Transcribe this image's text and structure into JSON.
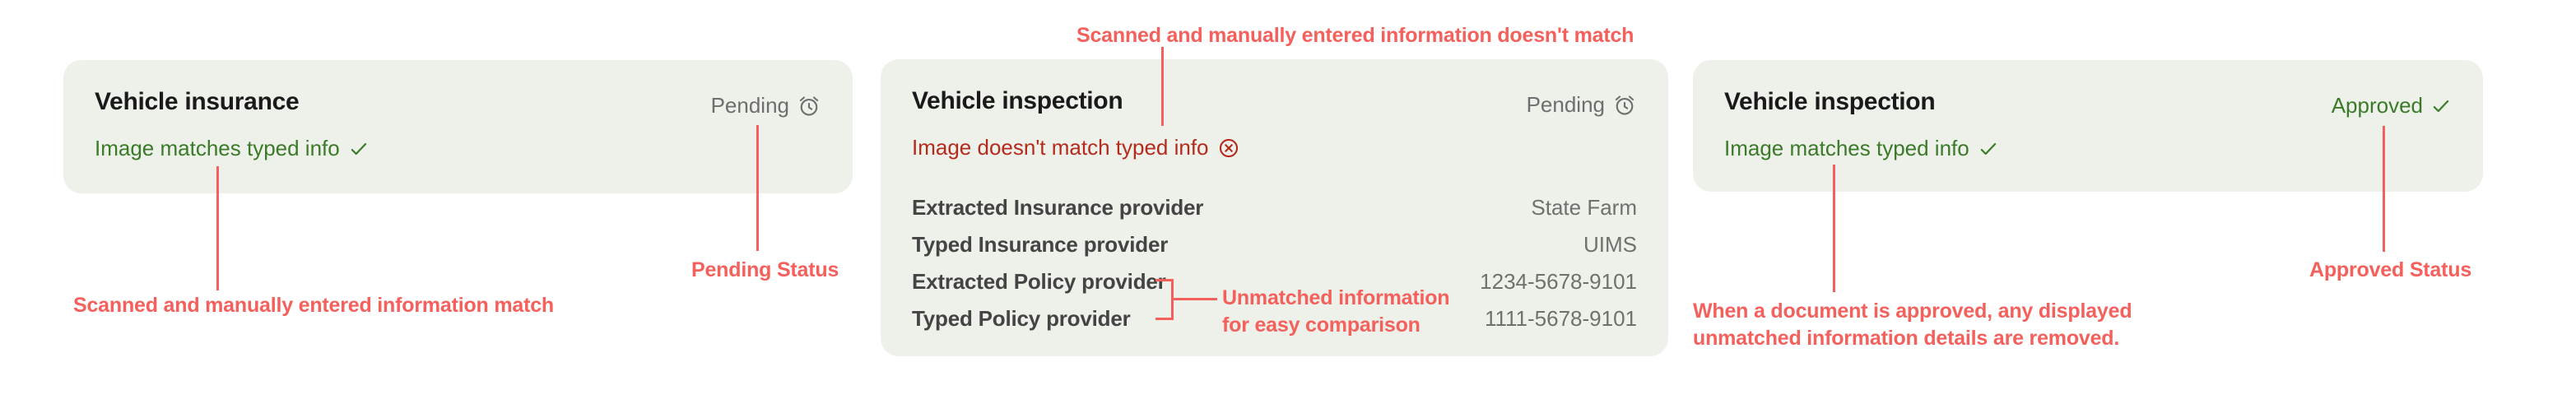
{
  "colors": {
    "card-bg": "#edf1ea",
    "title": "#1a1a1a",
    "status-gray": "#6e6e6e",
    "green": "#3a7a28",
    "red": "#b42a1d",
    "coral": "#f4605c",
    "label": "#444444",
    "value": "#6e726f"
  },
  "cards": {
    "insurance": {
      "title": "Vehicle insurance",
      "status_label": "Pending",
      "status_icon": "alarm-clock-icon",
      "match_label": "Image matches typed info",
      "match_icon": "check-icon"
    },
    "inspection_pending": {
      "title": "Vehicle inspection",
      "status_label": "Pending",
      "status_icon": "alarm-clock-icon",
      "match_label": "Image doesn't match typed info",
      "match_icon": "x-circle-icon",
      "rows": [
        {
          "label": "Extracted Insurance provider",
          "value": "State Farm"
        },
        {
          "label": "Typed Insurance provider",
          "value": "UIMS"
        },
        {
          "label": "Extracted Policy provider",
          "value": "1234-5678-9101"
        },
        {
          "label": "Typed Policy provider",
          "value": "1111-5678-9101"
        }
      ]
    },
    "inspection_approved": {
      "title": "Vehicle inspection",
      "status_label": "Approved",
      "status_icon": "check-icon",
      "match_label": "Image matches typed info",
      "match_icon": "check-icon"
    }
  },
  "annotations": {
    "match_note": "Scanned and manually entered information match",
    "pending_status": "Pending Status",
    "mismatch_note": "Scanned and manually entered information doesn't match",
    "unmatched_line1": "Unmatched information",
    "unmatched_line2": "for easy comparison",
    "approved_note_line1": "When a document is approved, any displayed",
    "approved_note_line2": "unmatched information details are removed.",
    "approved_status": "Approved Status"
  }
}
